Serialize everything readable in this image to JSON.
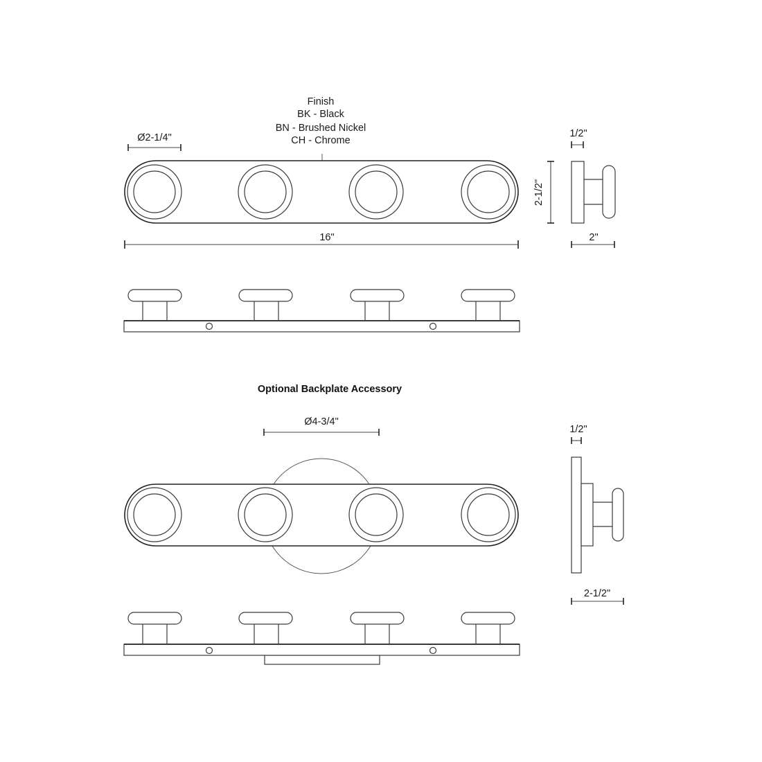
{
  "finish": {
    "heading": "Finish",
    "options": [
      "BK - Black",
      "BN - Brushed Nickel",
      "CH - Chrome"
    ]
  },
  "dimensions": {
    "hook_diameter": "Ø2-1/4\"",
    "overall_length": "16\"",
    "side_thickness": "1/2\"",
    "side_height": "2-1/2\"",
    "side_projection": "2\"",
    "backplate_diameter": "Ø4-3/4\"",
    "backplate_side_thickness": "1/2\"",
    "backplate_side_projection": "2-1/2\""
  },
  "sections": {
    "accessory_title": "Optional Backplate Accessory"
  },
  "product": {
    "hook_count": 4,
    "mounting_holes": 2
  },
  "colors": {
    "line": "#3a3a3a",
    "background": "#ffffff"
  }
}
